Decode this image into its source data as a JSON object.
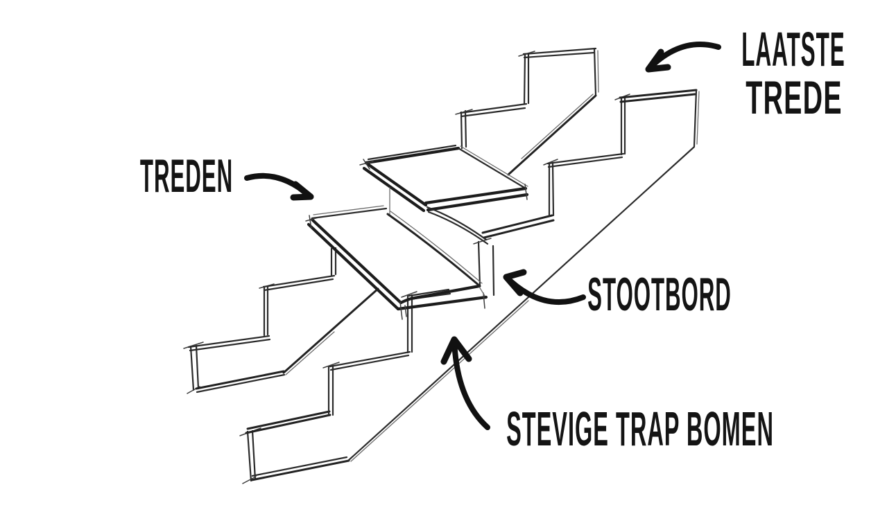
{
  "canvas": {
    "background_color": "#ffffff",
    "ink_color": "#1c1c1c"
  },
  "annotations": {
    "laatste_trede": {
      "line1": "LAATSTE",
      "line2": "TREDE"
    },
    "treden": {
      "text": "TREDEN"
    },
    "stootbord": {
      "text": "STOOTBORD"
    },
    "stevige_trap_bomen": {
      "text": "STEVIGE TRAP BOMEN"
    }
  }
}
